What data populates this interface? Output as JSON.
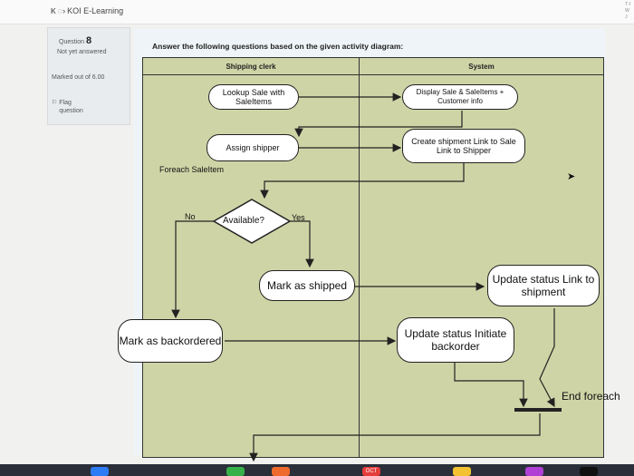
{
  "app": {
    "logo": "K",
    "title": "KOI E-Learning",
    "corner_text": [
      "T-I",
      "W",
      "J"
    ]
  },
  "question_panel": {
    "label": "Question",
    "number": "8",
    "status": "Not yet answered",
    "marked": "Marked out of 6.00",
    "flag": "Flag question",
    "flag_icon": "flag-icon"
  },
  "question": {
    "prompt": "Answer the following questions based on the given activity diagram:"
  },
  "diagram": {
    "lanes": [
      "Shipping clerk",
      "System"
    ],
    "nodes": {
      "lookup": "Lookup Sale with SaleItems",
      "display": "Display Sale & SaleItems + Customer info",
      "assign": "Assign shipper",
      "create": "Create shipment Link to Sale Link to Shipper",
      "foreach": "Foreach SaleItem",
      "decision": "Available?",
      "yes": "Yes",
      "no": "No",
      "shipped": "Mark as shipped",
      "update1": "Update status Link to shipment",
      "backordered": "Mark as backordered",
      "update2": "Update status Initiate backorder",
      "endforeach": "End foreach"
    }
  },
  "dock": {
    "badge": "OCT"
  }
}
